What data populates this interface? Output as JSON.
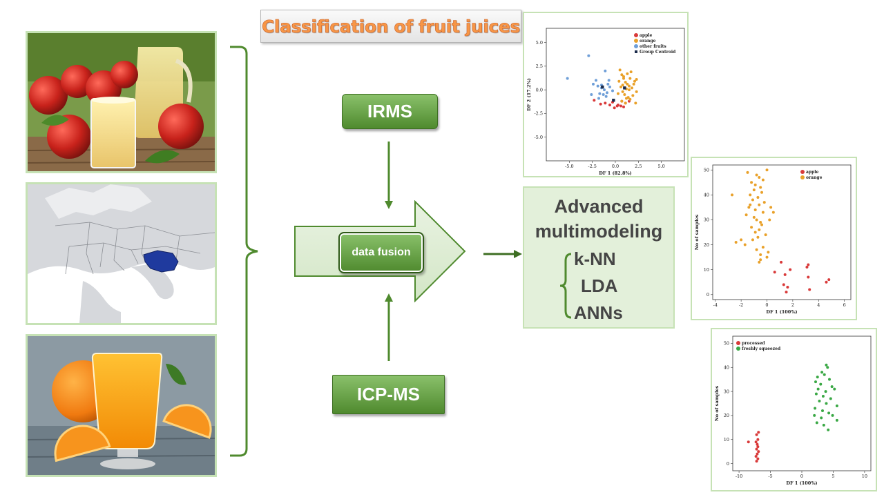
{
  "title": "Classification of fruit juices",
  "methods": {
    "irms": "IRMS",
    "icpms": "ICP-MS",
    "fusion": "data fusion"
  },
  "advanced": {
    "line1": "Advanced",
    "line2": "multimodeling",
    "models": [
      "k-NN",
      "LDA",
      "ANNs"
    ]
  },
  "colors": {
    "apple": "#d93a3a",
    "orange": "#e9a12a",
    "other": "#6f9fd8",
    "centroid": "#1a2a4a",
    "processed": "#d93a3a",
    "fresh": "#3aa845",
    "green_dark": "#4f8a2e",
    "romania": "#1f3a9e"
  },
  "chart_data": [
    {
      "type": "scatter",
      "xlabel": "DF 1 (82.8%)",
      "ylabel": "DF 2 (17.2%)",
      "xlim": [
        -7.5,
        7.5
      ],
      "ylim": [
        -7.5,
        6.5
      ],
      "xticks": [
        -5.0,
        -2.5,
        0.0,
        2.5,
        5.0
      ],
      "yticks": [
        5.0,
        2.5,
        0.0,
        -2.5,
        -5.0
      ],
      "legend_position": "top-right",
      "series": [
        {
          "name": "apple",
          "marker": "circle",
          "color": "#d93a3a",
          "x": [
            -2.3,
            -1.6,
            -0.6,
            -0.1,
            0.3,
            0.6,
            0.9,
            1.1,
            1.5,
            -0.3,
            0.2,
            -1.1,
            0.7
          ],
          "y": [
            -1.1,
            -1.5,
            -1.6,
            -1.9,
            -1.6,
            -1.7,
            -1.8,
            -1.4,
            -1.2,
            -1.3,
            -1.7,
            -1.4,
            -1.2
          ]
        },
        {
          "name": "orange",
          "marker": "circle",
          "color": "#e9a12a",
          "x": [
            0.5,
            0.7,
            0.9,
            1.1,
            1.3,
            1.5,
            1.8,
            2.1,
            2.3,
            0.6,
            0.8,
            1.0,
            1.2,
            1.4,
            1.6,
            1.9,
            2.2,
            0.4,
            0.9,
            1.3,
            1.7,
            2.0,
            0.7,
            1.1,
            1.5,
            0.3,
            0.8,
            1.2,
            1.6,
            2.3
          ],
          "y": [
            2.1,
            1.6,
            1.2,
            0.8,
            0.6,
            0.4,
            0.2,
            0.9,
            1.1,
            0.3,
            -0.2,
            -0.5,
            0.1,
            -0.8,
            -1.0,
            -0.6,
            -1.4,
            0.9,
            1.4,
            1.7,
            1.9,
            0.6,
            -1.2,
            -1.4,
            0.0,
            -0.4,
            0.5,
            -0.9,
            1.2,
            -0.2
          ]
        },
        {
          "name": "other fruits",
          "marker": "circle",
          "color": "#6f9fd8",
          "x": [
            -5.2,
            -2.9,
            -2.4,
            -1.9,
            -1.5,
            -1.2,
            -0.9,
            -0.6,
            -1.7,
            -1.3,
            -1.0,
            -2.1,
            -0.8,
            -1.5,
            -0.3,
            -1.8,
            -2.6,
            -1.1,
            -0.7
          ],
          "y": [
            1.2,
            3.6,
            0.6,
            0.4,
            0.2,
            0.0,
            -0.3,
            0.3,
            -0.4,
            -0.5,
            -0.7,
            1.0,
            0.6,
            0.5,
            -0.1,
            -0.9,
            -0.5,
            2.0,
            1.0
          ]
        },
        {
          "name": "Group Centroid",
          "marker": "square",
          "color": "#1a2a4a",
          "x": [
            -1.4,
            1.0,
            -0.2
          ],
          "y": [
            0.3,
            0.2,
            -1.1
          ]
        }
      ]
    },
    {
      "type": "scatter",
      "xlabel": "DF 1 (100%)",
      "ylabel": "No of samples",
      "xlim": [
        -4.2,
        6.5
      ],
      "ylim": [
        -2,
        52
      ],
      "xticks": [
        -4,
        -2,
        0,
        2,
        4,
        6
      ],
      "yticks": [
        0,
        10,
        20,
        30,
        40,
        50
      ],
      "legend_position": "top-right",
      "series": [
        {
          "name": "apple",
          "color": "#d93a3a",
          "x": [
            1.1,
            1.4,
            1.6,
            1.3,
            1.5,
            1.8,
            3.1,
            3.2,
            3.3,
            3.2,
            4.6,
            4.8,
            0.6
          ],
          "y": [
            13,
            8,
            3,
            4,
            1,
            10,
            11,
            7,
            2,
            12,
            5,
            6,
            9
          ]
        },
        {
          "name": "orange",
          "color": "#e9a12a",
          "x": [
            -1.5,
            -0.8,
            -0.6,
            -0.3,
            -1.2,
            -0.9,
            -0.5,
            -1.0,
            -0.4,
            -1.3,
            -0.7,
            -1.1,
            -0.2,
            -0.6,
            -1.4,
            -0.9,
            -0.3,
            -1.6,
            -1.0,
            -0.8,
            -0.5,
            0.3,
            -0.4,
            -1.2,
            -0.6,
            -0.9,
            -0.1,
            -0.7,
            -1.1,
            0.2,
            0.5,
            -2.0,
            -2.4,
            -1.7,
            -0.3,
            -0.8,
            0.1,
            -2.7,
            -0.5,
            0.0,
            -1.3,
            0.0,
            -0.5,
            -0.6
          ],
          "y": [
            49,
            48,
            47,
            46,
            45,
            44,
            43,
            42,
            41,
            40,
            39,
            38,
            37,
            36,
            35,
            34,
            33,
            32,
            31,
            30,
            29,
            35,
            28,
            27,
            26,
            25,
            24,
            23,
            22,
            30,
            33,
            22,
            21,
            20,
            19,
            18,
            17,
            40,
            16,
            15,
            36,
            50,
            14,
            13
          ]
        }
      ]
    },
    {
      "type": "scatter",
      "xlabel": "DF 1 (100%)",
      "ylabel": "No of samples",
      "xlim": [
        -11,
        11
      ],
      "ylim": [
        -3,
        53
      ],
      "xticks": [
        -10,
        -5,
        0,
        5,
        10
      ],
      "yticks": [
        0,
        10,
        20,
        30,
        40,
        50
      ],
      "legend_position": "top-left",
      "series": [
        {
          "name": "processed",
          "color": "#d93a3a",
          "x": [
            -7.2,
            -7.0,
            -7.3,
            -7.1,
            -6.9,
            -7.2,
            -7.0,
            -7.1,
            -7.3,
            -7.0,
            -8.5,
            -7.2,
            -6.9
          ],
          "y": [
            1,
            2,
            3,
            4,
            5,
            6,
            7,
            8,
            9,
            10,
            9,
            12,
            13
          ]
        },
        {
          "name": "freshly squeezed",
          "color": "#3aa845",
          "x": [
            3.9,
            4.1,
            3.2,
            3.6,
            2.5,
            4.4,
            2.2,
            3.0,
            4.8,
            2.6,
            3.8,
            5.2,
            2.3,
            3.4,
            4.6,
            2.8,
            3.9,
            5.6,
            2.1,
            3.3,
            4.3,
            2.0,
            3.1,
            4.9,
            5.6,
            2.4,
            3.5,
            4.2
          ],
          "y": [
            41,
            40,
            38,
            37,
            36,
            35,
            34,
            33,
            32,
            31,
            30,
            31,
            29,
            28,
            27,
            26,
            25,
            24,
            23,
            22,
            21,
            20,
            19,
            20,
            18,
            17,
            16,
            14
          ]
        }
      ]
    }
  ]
}
